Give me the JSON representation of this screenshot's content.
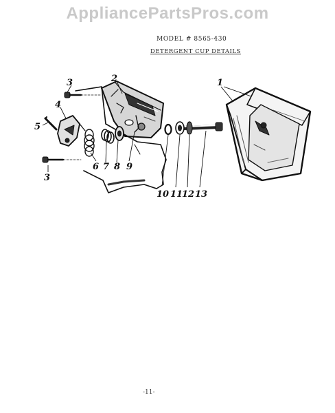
{
  "watermark": "AppliancePartsPros.com",
  "header": {
    "model": "MODEL # 8565-430",
    "title": "DETERGENT CUP DETAILS"
  },
  "callouts": [
    "1",
    "2",
    "3",
    "3",
    "4",
    "5",
    "6",
    "7",
    "8",
    "9",
    "10",
    "11",
    "12",
    "13"
  ],
  "page_number": "-11-",
  "colors": {
    "ink": "#111111",
    "watermark": "#c9c9c9"
  }
}
